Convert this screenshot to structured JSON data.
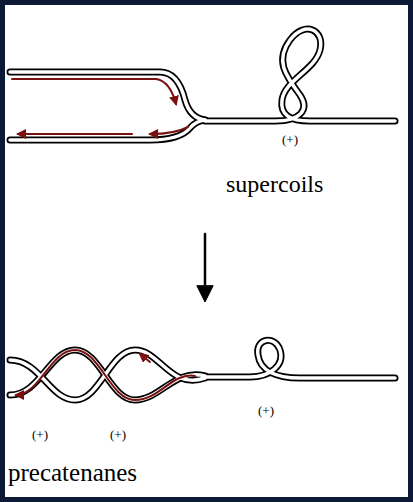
{
  "diagram": {
    "labels": [
      "(+)",
      "supercoils",
      "(+)",
      "(+)",
      "(+)",
      "precatenanes"
    ]
  }
}
